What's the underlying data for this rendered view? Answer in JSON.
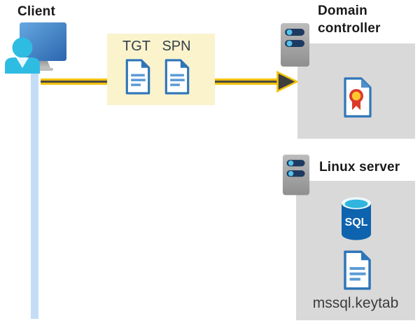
{
  "client": {
    "label": "Client"
  },
  "ticket_box": {
    "tgt_label": "TGT",
    "spn_label": "SPN"
  },
  "domain_controller": {
    "label": "Domain controller"
  },
  "linux_server": {
    "label": "Linux server",
    "sql_label": "SQL",
    "keytab_label": "mssql.keytab"
  },
  "icons": [
    "client-workstation-icon",
    "server-icon",
    "document-icon",
    "certificate-icon",
    "sql-database-icon",
    "arrow-head-icon"
  ],
  "colors": {
    "arrow_yellow": "#f2c20e",
    "arrow_dark": "#4e4b42",
    "ticket_box_yellow": "#faf3cc",
    "panel_gray": "#d9d9d9",
    "doc_border_blue": "#2e76b8",
    "sql_body_blue": "#0d63ae",
    "sql_top_cyan": "#30b6de",
    "person_cyan": "#2fbce2",
    "monitor_blue_light": "#66a7e0",
    "monitor_blue_dark": "#2b66ae",
    "client_line_blue": "#c3ddf6",
    "server_slot_navy": "#1e3a60",
    "server_dot_cyan": "#54c2e9",
    "rosette_red": "#dc3a2a",
    "rosette_yellow": "#ffc82e",
    "title_text": "#1a1a1a",
    "ticket_text": "#333e4b"
  }
}
